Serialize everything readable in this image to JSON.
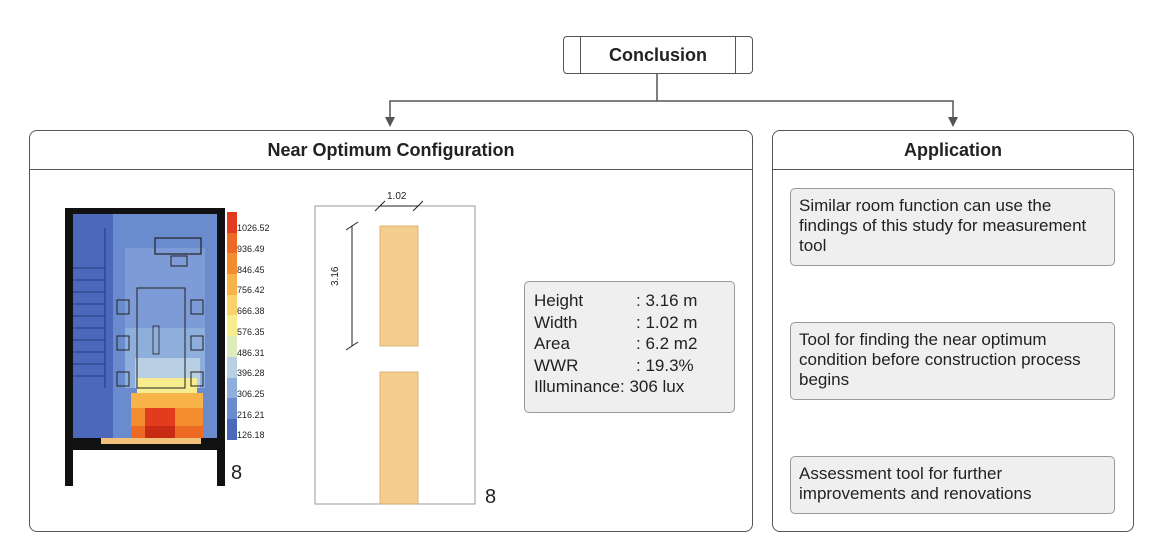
{
  "conclusion": {
    "label": "Conclusion"
  },
  "left_panel": {
    "title": "Near Optimum Configuration",
    "color_scale": {
      "values": [
        "1026.52",
        "936.49",
        "846.45",
        "756.42",
        "666.38",
        "576.35",
        "486.31",
        "396.28",
        "306.25",
        "216.21",
        "126.18"
      ],
      "colors": [
        "#e23b1d",
        "#ec6a24",
        "#f28c2e",
        "#f7b347",
        "#f9d36a",
        "#f7ec8e",
        "#dcebb9",
        "#b8cfe4",
        "#8eaedb",
        "#6a8ccf",
        "#4b68ba"
      ]
    },
    "heatmap_label": "8",
    "window_drawing": {
      "width_label": "1.02",
      "height_label": "3.16",
      "label": "8"
    },
    "specs": [
      {
        "label": "Height",
        "value": ": 3.16 m"
      },
      {
        "label": "Width",
        "value": ": 1.02 m"
      },
      {
        "label": "Area",
        "value": ": 6.2 m2"
      },
      {
        "label": "WWR",
        "value": ": 19.3%"
      },
      {
        "label": "Illuminance",
        "value": ": 306 lux"
      }
    ]
  },
  "right_panel": {
    "title": "Application",
    "items": [
      "Similar room function can use the findings of this study for measurement tool",
      "Tool for finding the near optimum condition before construction process begins",
      "Assessment tool for further improvements and renovations"
    ]
  }
}
